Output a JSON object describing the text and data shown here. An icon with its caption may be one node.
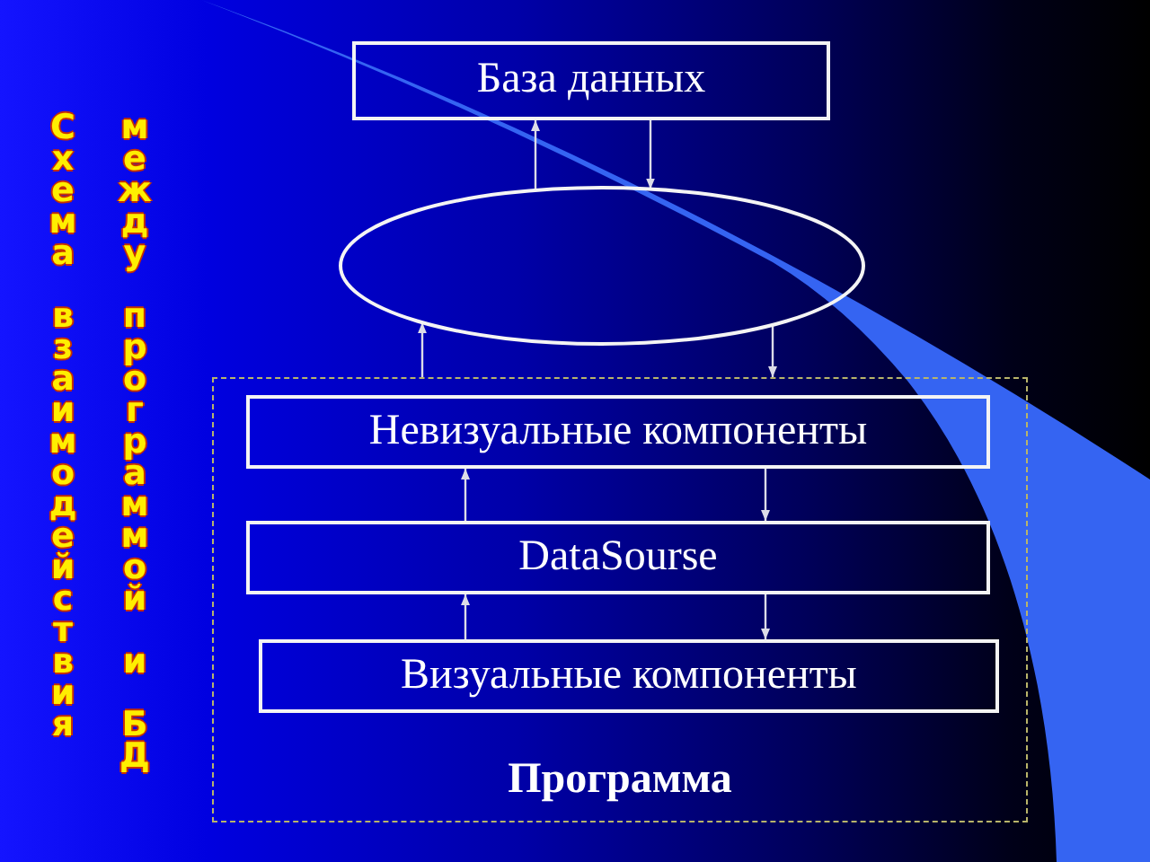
{
  "diagram": {
    "title": "Схема взаимодействия между программой и БД",
    "nodes": [
      {
        "text": [
          "База данных"
        ]
      },
      {
        "text": [],
        "shape": "ellipse"
      },
      {
        "text": [
          "Программа"
        ]
      },
      {
        "text": [
          "Невизуальные компоненты"
        ],
        "in": 2
      },
      {
        "text": [
          "DataSourse"
        ],
        "in": 2
      },
      {
        "text": [
          "Визуальные компоненты"
        ],
        "in": 2
      }
    ],
    "edges": [
      {
        "from": 1,
        "to": 0,
        "arrow": "to"
      },
      {
        "from": 0,
        "to": 1,
        "arrow": "to"
      },
      {
        "from": 2,
        "to": 1,
        "arrow": "to"
      },
      {
        "from": 1,
        "to": 2,
        "arrow": "to"
      },
      {
        "from": 4,
        "to": 3,
        "arrow": "to"
      },
      {
        "from": 3,
        "to": 4,
        "arrow": "to"
      },
      {
        "from": 5,
        "to": 4,
        "arrow": "to"
      },
      {
        "from": 4,
        "to": 5,
        "arrow": "to"
      }
    ]
  }
}
